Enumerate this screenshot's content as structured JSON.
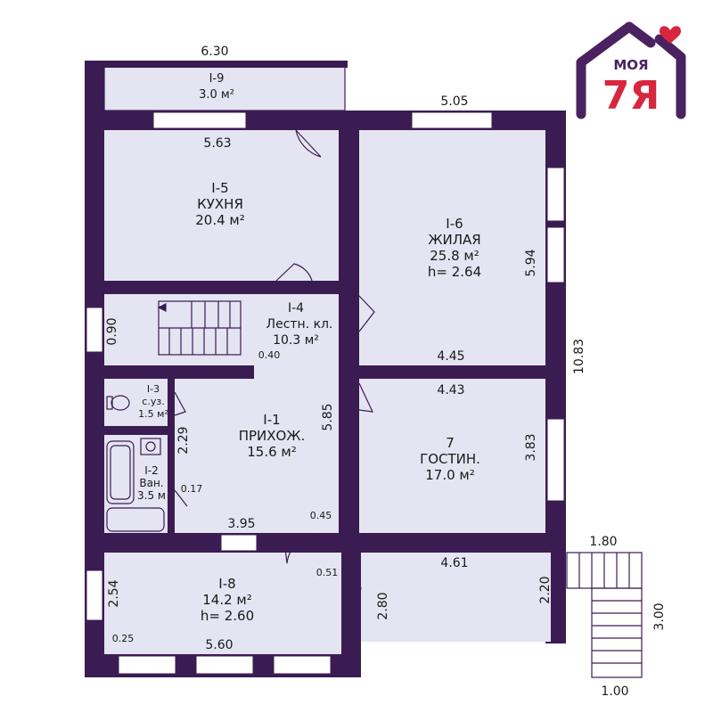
{
  "logo": {
    "line1": "МОЯ",
    "line2": "7Я",
    "brand_color": "#d7263d",
    "outline_color": "#4a2260"
  },
  "colors": {
    "wall": "#3a1c52",
    "room": "#e4e4f2",
    "window": "#ffffff"
  },
  "rooms": {
    "r19": {
      "id": "I-9",
      "area": "3.0 м²"
    },
    "r15": {
      "id": "I-5",
      "name": "КУХНЯ",
      "area": "20.4 м²"
    },
    "r16": {
      "id": "I-6",
      "name": "ЖИЛАЯ",
      "area": "25.8 м²",
      "height": "h= 2.64"
    },
    "r14": {
      "id": "I-4",
      "name": "Лестн. кл.",
      "area": "10.3 м²"
    },
    "r13": {
      "id": "I-3",
      "name": "с.уз.",
      "area": "1.5 м²"
    },
    "r12": {
      "id": "I-2",
      "name": "Ван.",
      "area": "3.5 м"
    },
    "r11": {
      "id": "I-1",
      "name": "ПРИХОЖ.",
      "area": "15.6 м²"
    },
    "r7": {
      "id": "7",
      "name": "ГОСТИН.",
      "area": "17.0 м²"
    },
    "r18": {
      "id": "I-8",
      "area": "14.2 м²",
      "height": "h= 2.60"
    }
  },
  "dimensions": {
    "top_630": "6.30",
    "top_505": "5.05",
    "d563": "5.63",
    "d594": "5.94",
    "d1083": "10.83",
    "d090": "0.90",
    "d040": "0.40",
    "d445": "4.45",
    "d443": "4.43",
    "d585": "5.85",
    "d229": "2.29",
    "d383": "3.83",
    "d017": "0.17",
    "d395": "3.95",
    "d045": "0.45",
    "d180": "1.80",
    "d461": "4.61",
    "d051": "0.51",
    "d254": "2.54",
    "d280": "2.80",
    "d220": "2.20",
    "d300": "3.00",
    "d025": "0.25",
    "d560": "5.60",
    "d100": "1.00"
  }
}
